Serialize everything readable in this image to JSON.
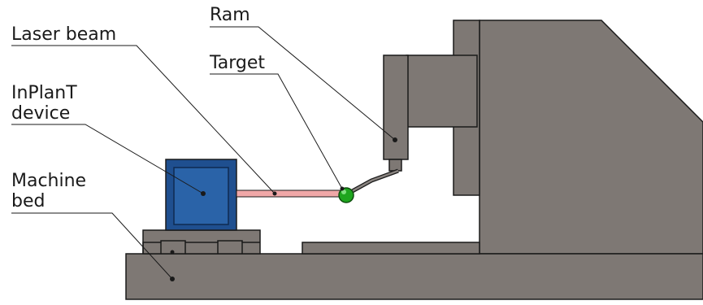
{
  "labels": {
    "ram": "Ram",
    "laser_beam": "Laser beam",
    "target": "Target",
    "inplant_line1": "InPlanT",
    "inplant_line2": "device",
    "machine_line1": "Machine",
    "machine_line2": "bed"
  },
  "colors": {
    "machine_gray": "#7e7874",
    "machine_gray_dark": "#6f6965",
    "outline": "#1a1a1a",
    "device_blue": "#1f4f8f",
    "device_blue_light": "#2a63a8",
    "laser": "#f0a8a8",
    "target_green": "#1ea51e"
  }
}
